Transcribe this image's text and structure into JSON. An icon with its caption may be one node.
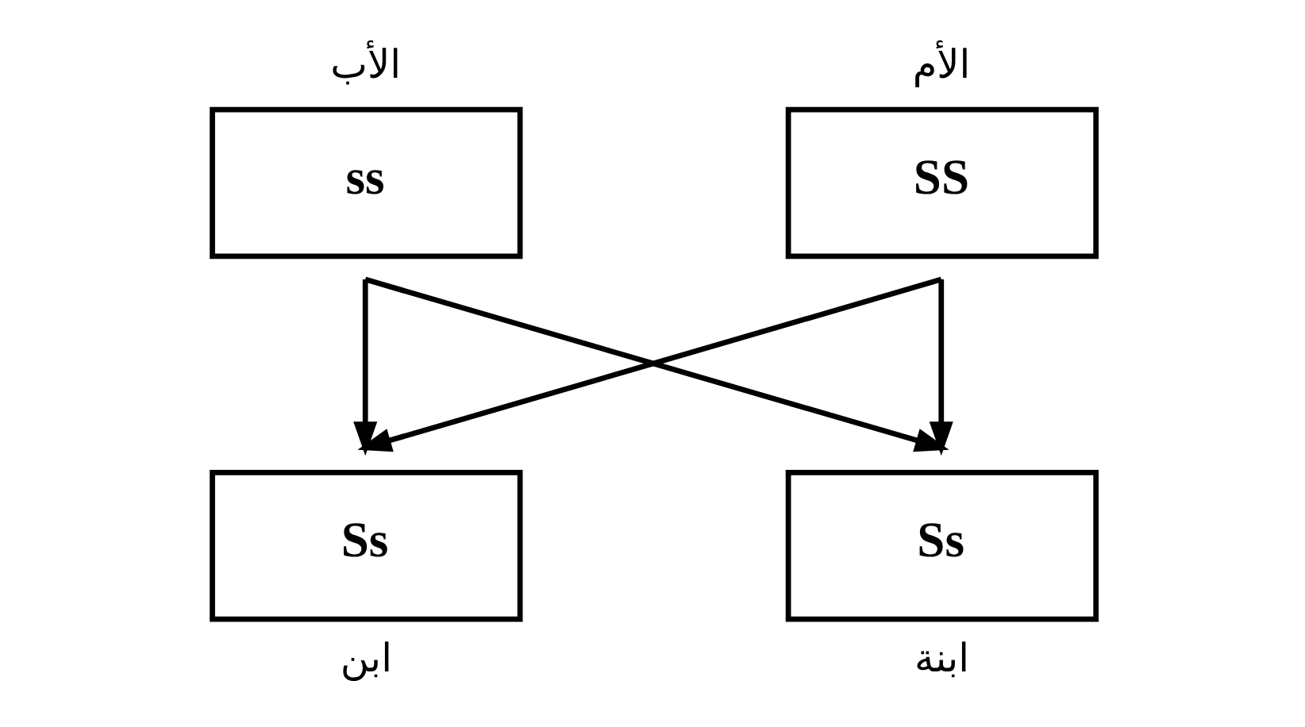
{
  "diagram": {
    "nodes": [
      {
        "text": [
          "الأب",
          "ss"
        ]
      },
      {
        "text": [
          "الأم",
          "SS"
        ]
      },
      {
        "text": [
          "Ss",
          "ابن"
        ]
      },
      {
        "text": [
          "Ss",
          "ابنة"
        ]
      }
    ],
    "edges": [
      {
        "from": 0,
        "to": 2,
        "arrow": "to"
      },
      {
        "from": 0,
        "to": 3,
        "arrow": "to"
      },
      {
        "from": 1,
        "to": 2,
        "arrow": "to"
      },
      {
        "from": 1,
        "to": 3,
        "arrow": "to"
      }
    ]
  }
}
